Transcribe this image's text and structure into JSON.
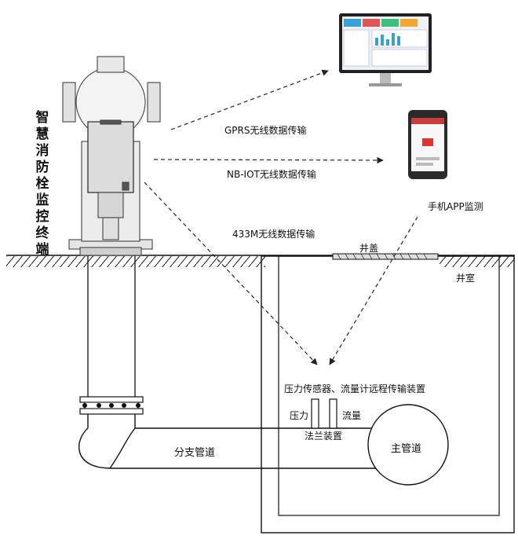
{
  "vertical_title": "智慧消防栓监控终端",
  "links": {
    "gprs": "GPRS无线数据传输",
    "nbiot": "NB-IOT无线数据传输",
    "m433": "433M无线数据传输"
  },
  "phone_label": "手机APP监测",
  "well_cover": "井盖",
  "well_room": "井室",
  "device_label": "压力传感器、流量计远程传输装置",
  "pressure": "压力",
  "flow": "流量",
  "flange": "法兰装置",
  "branch_pipe": "分支管道",
  "main_pipe": "主管道",
  "colors": {
    "line": "#111111",
    "dash": "#222222",
    "screen": "#1f3b5c"
  }
}
